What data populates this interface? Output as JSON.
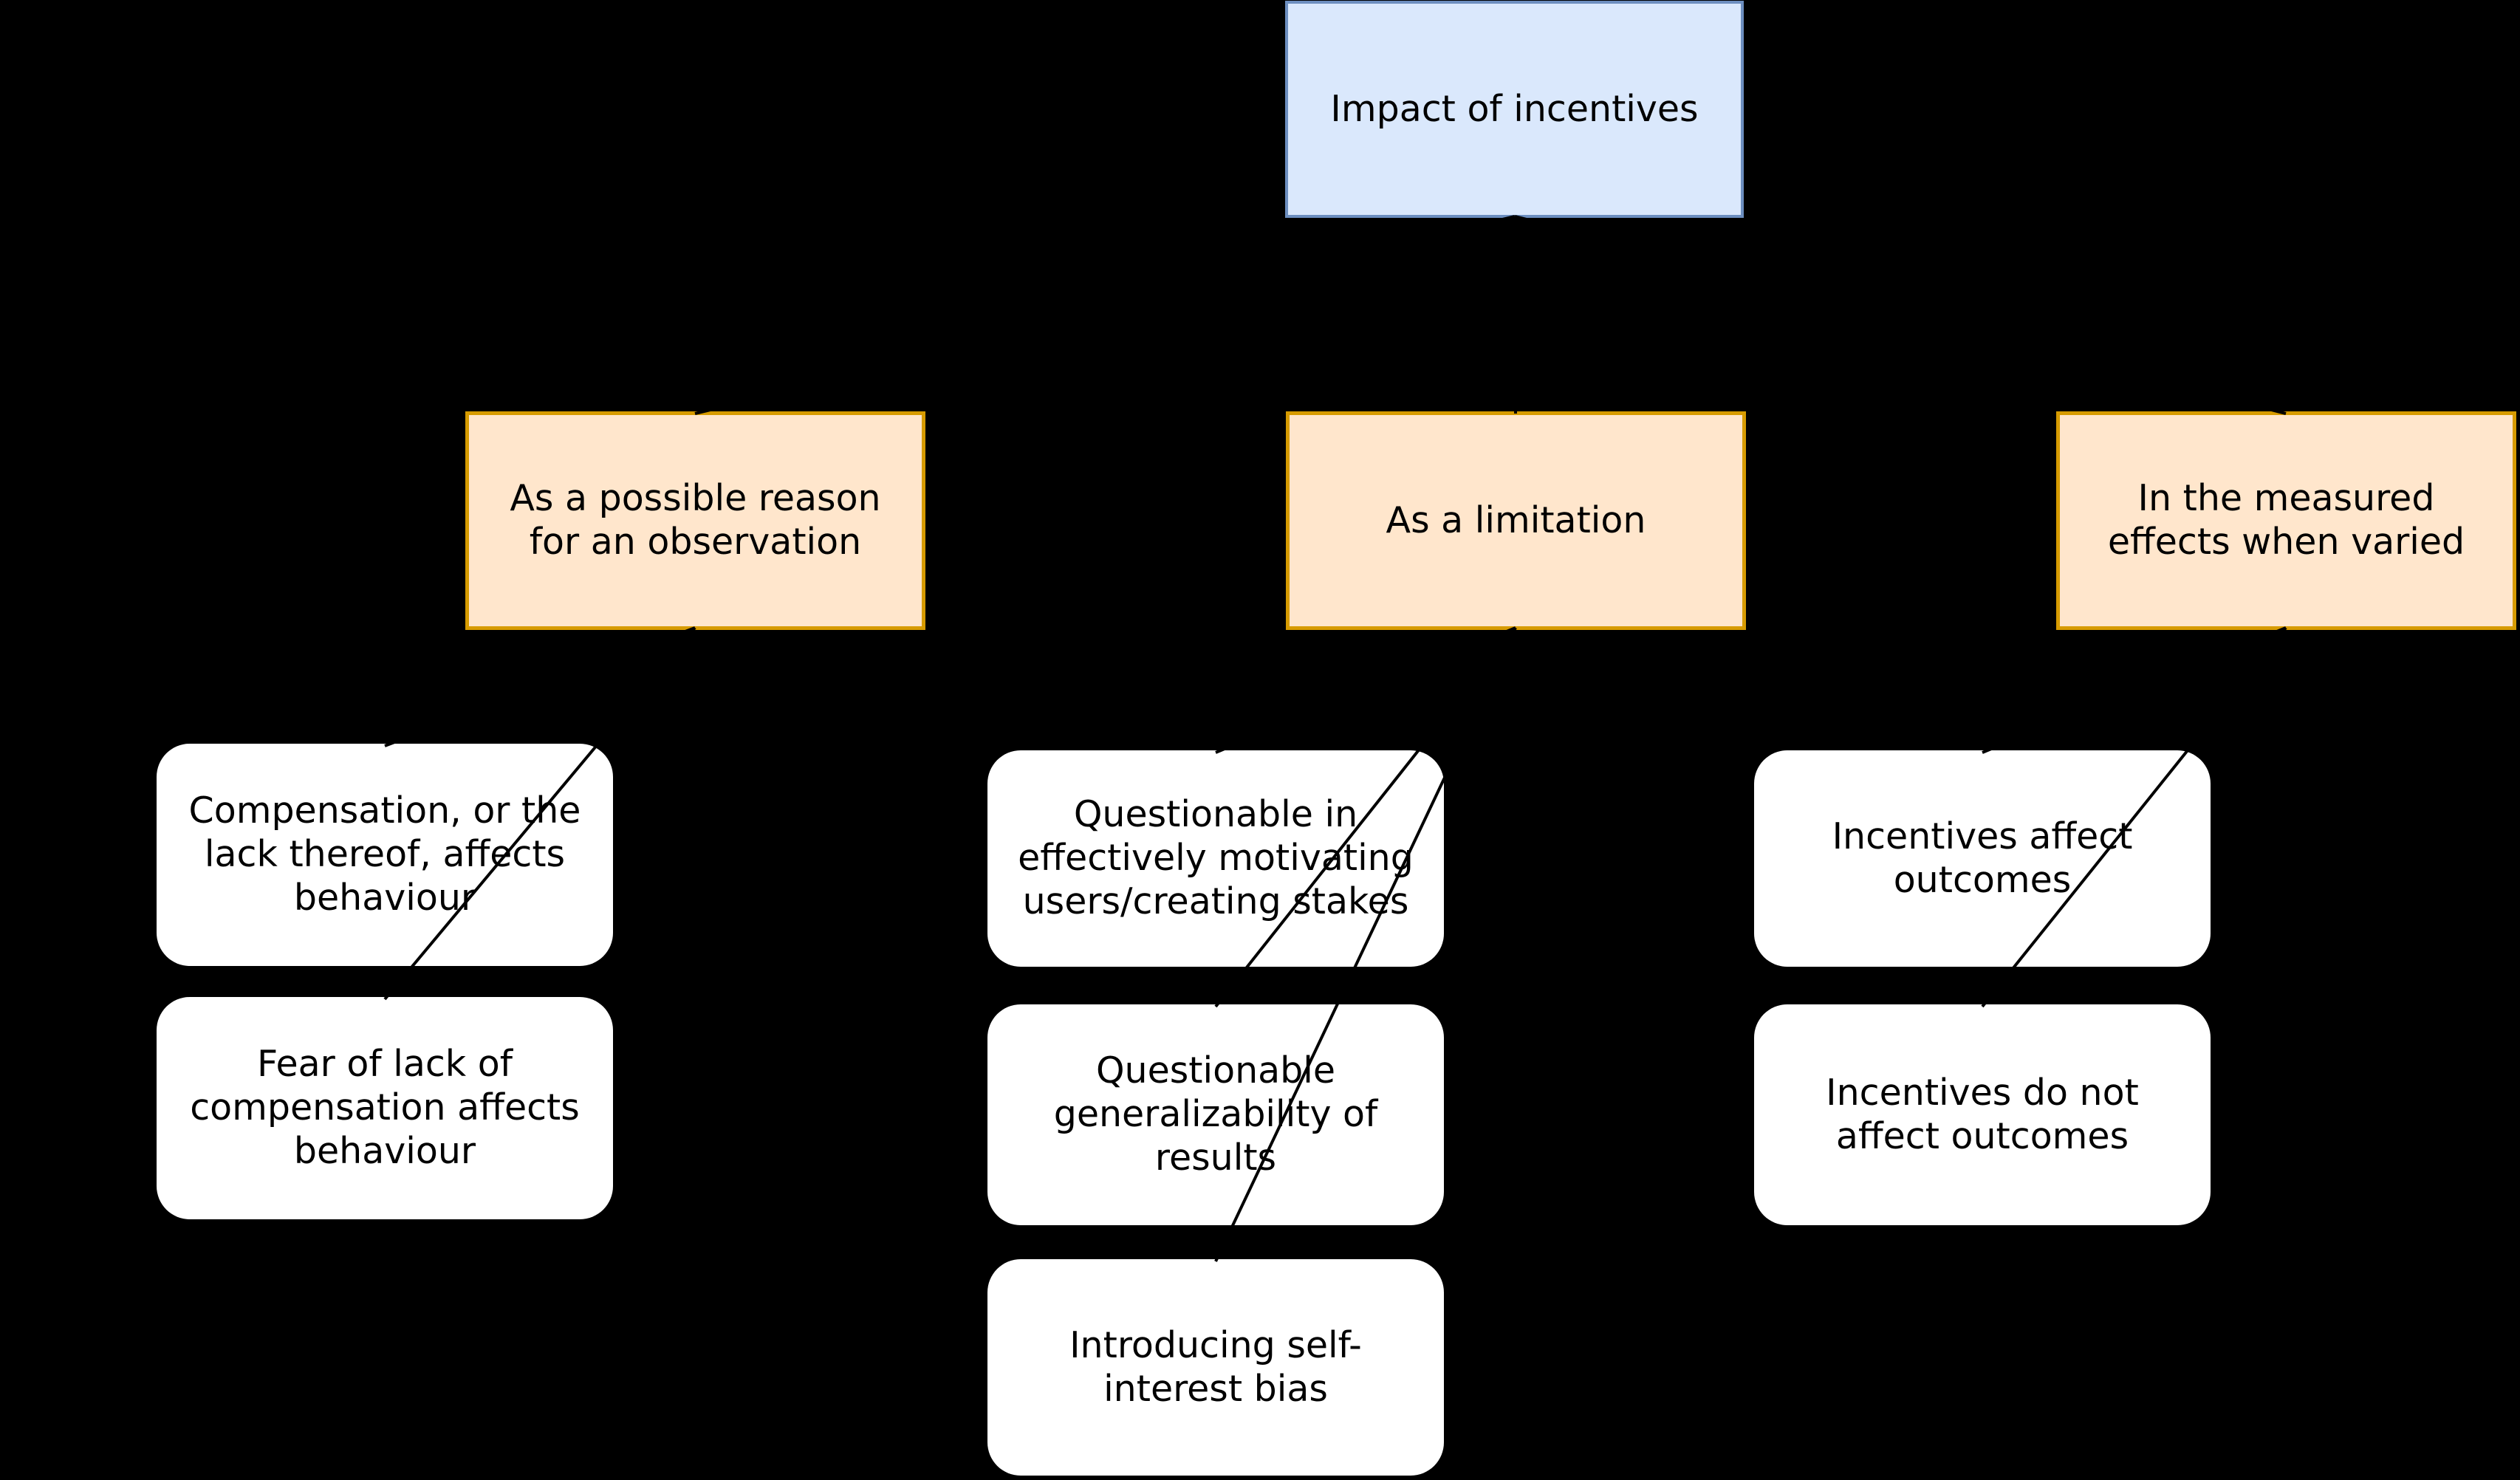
{
  "colors": {
    "background": "#000000",
    "root_fill": "#dae8fc",
    "root_stroke": "#6c8ebf",
    "branch_fill": "#ffe6cc",
    "branch_stroke": "#d79b00",
    "leaf_fill": "#ffffff",
    "text": "#000000",
    "connector": "#000000"
  },
  "tree": {
    "root": {
      "label": "Impact of incentives"
    },
    "branches": [
      {
        "label": "As a possible reason\nfor an observation",
        "children": [
          "Compensation, or the\nlack thereof, affects\nbehaviour",
          "Fear of lack of\ncompensation affects\nbehaviour"
        ]
      },
      {
        "label": "As a limitation",
        "children": [
          "Questionable in\neffectively motivating\nusers/creating stakes",
          "Questionable\ngeneralizability of\nresults",
          "Introducing self-\ninterest bias"
        ]
      },
      {
        "label": "In the measured\neffects when varied",
        "children": [
          "Incentives affect\noutcomes",
          "Incentives do not\naffect outcomes"
        ]
      }
    ]
  }
}
